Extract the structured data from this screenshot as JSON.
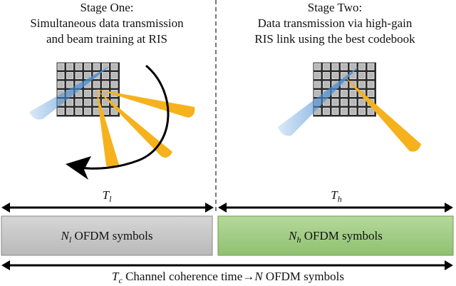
{
  "stage_one": {
    "title_line1": "Stage One:",
    "title_line2": "Simultaneous data transmission",
    "title_line3": "and beam training at RIS"
  },
  "stage_two": {
    "title_line1": "Stage Two:",
    "title_line2": "Data transmission via high-gain",
    "title_line3": "RIS link using the best codebook"
  },
  "timing": {
    "tl_symbol": "T",
    "tl_sub": "l",
    "th_symbol": "T",
    "th_sub": "h"
  },
  "boxes": {
    "left_symbol": "N",
    "left_sub": "l",
    "left_text": " OFDM symbols",
    "right_symbol": "N",
    "right_sub": "h",
    "right_text": " OFDM symbols"
  },
  "coherence": {
    "tc_symbol": "T",
    "tc_sub": "c",
    "text_mid": " Channel coherence time→",
    "n_symbol": "N",
    "text_end": " OFDM symbols"
  },
  "colors": {
    "blue_beam": "#4a8fd4",
    "yellow_beam": "#f5b21c",
    "grid_fill": "#b8b8b8",
    "left_box_fill": "#c8c8c8",
    "right_box_fill": "#a9d18e",
    "right_box_stroke": "#6e9a4e"
  }
}
